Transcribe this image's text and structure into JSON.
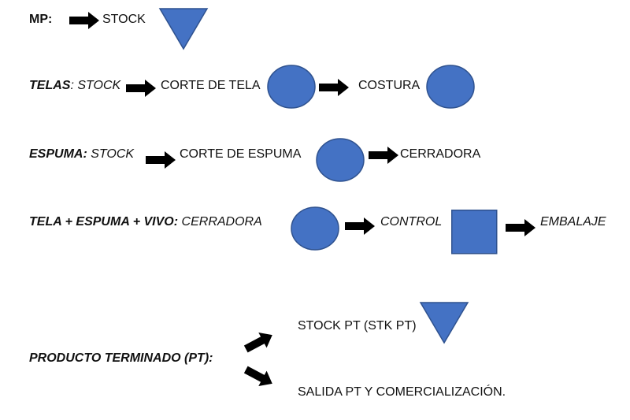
{
  "row_mp": {
    "label": "MP:",
    "stock": "STOCK"
  },
  "row_telas": {
    "label": "TELAS",
    "colon_stock": ": STOCK",
    "step1": "CORTE DE TELA",
    "step2": "COSTURA"
  },
  "row_espuma": {
    "label": "ESPUMA:",
    "stock": "STOCK",
    "step1": "CORTE DE ESPUMA",
    "step2": "CERRADORA"
  },
  "row_combo": {
    "label": "TELA + ESPUMA + VIVO:",
    "step1": "CERRADORA",
    "step2": "CONTROL",
    "step3": "EMBALAJE"
  },
  "row_pt": {
    "label": "PRODUCTO TERMINADO (PT):",
    "branch1": "STOCK PT (STK PT)",
    "branch2": "SALIDA PT Y COMERCIALIZACIÓN."
  },
  "colors": {
    "shape_fill": "#4472C4",
    "shape_stroke": "#2F528F",
    "arrow": "#000000"
  }
}
